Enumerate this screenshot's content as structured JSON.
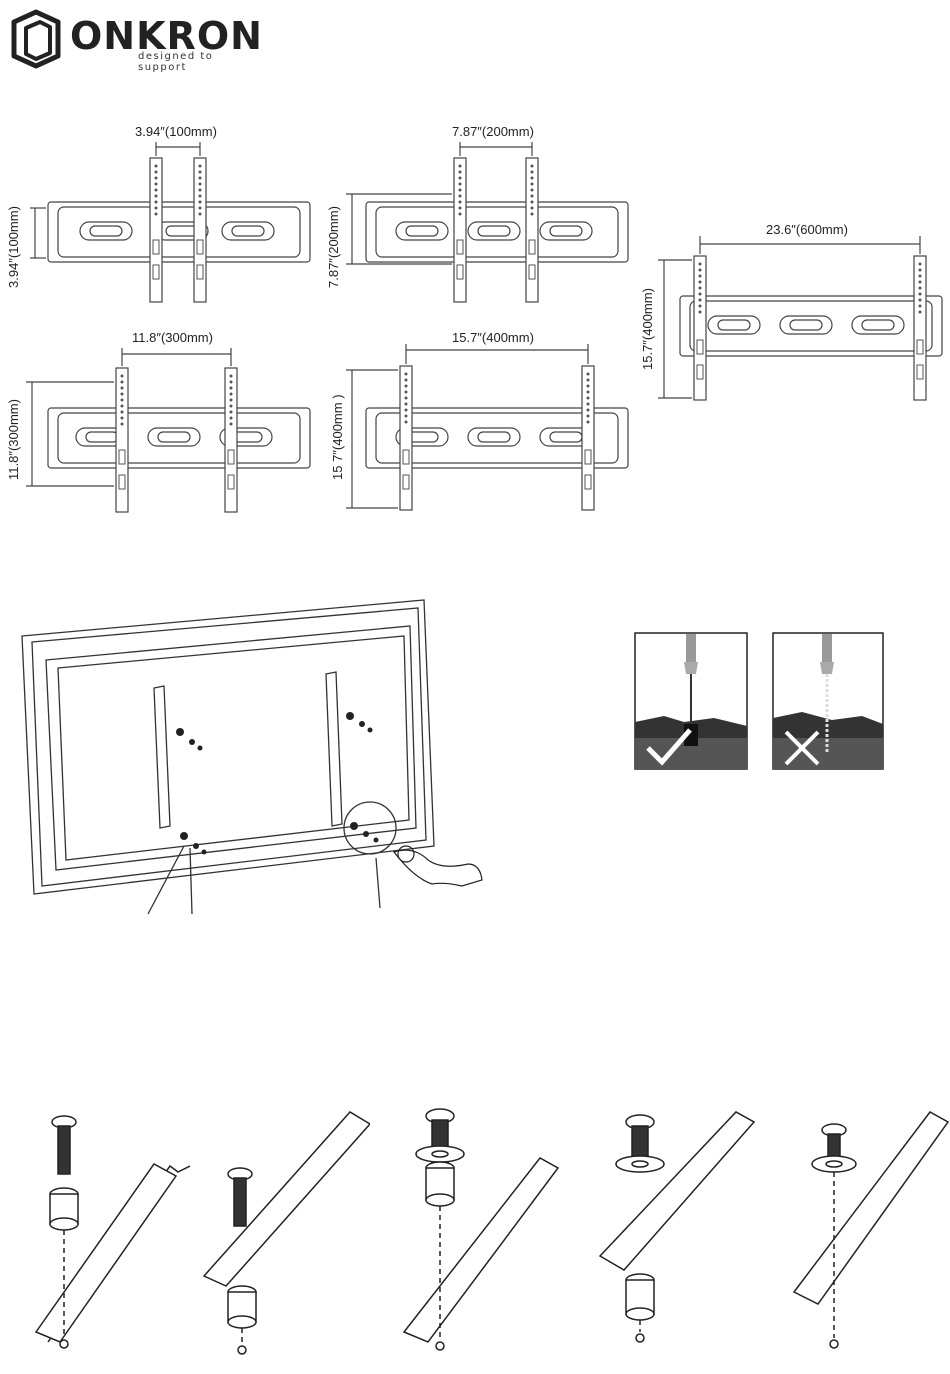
{
  "brand": {
    "name": "ONKRON",
    "tagline": "designed to support"
  },
  "vesa_patterns": [
    {
      "id": "100x100",
      "width_label": "3.94″(100mm)",
      "height_label": "3.94″(100mm)"
    },
    {
      "id": "200x200",
      "width_label": "7.87″(200mm)",
      "height_label": "7.87″(200mm)"
    },
    {
      "id": "600x400",
      "width_label": "23.6″(600mm)",
      "height_label": "15.7″(400mm)"
    },
    {
      "id": "300x300",
      "width_label": "11.8″(300mm)",
      "height_label": "11.8″(300mm)"
    },
    {
      "id": "400x400",
      "width_label": "15.7″(400mm)",
      "height_label": "15 7″(400mm )"
    }
  ],
  "screw_check": {
    "correct_icon": "check-icon",
    "incorrect_icon": "cross-icon"
  },
  "assembly_variants": [
    {
      "id": "screw-spacer",
      "icon": "screw-spacer-icon"
    },
    {
      "id": "screw-bracket-spacer",
      "icon": "screw-bracket-spacer-icon"
    },
    {
      "id": "screw-washer-spacer",
      "icon": "screw-washer-spacer-icon"
    },
    {
      "id": "screw-washer-bracket-spacer",
      "icon": "screw-washer-bracket-spacer-icon"
    },
    {
      "id": "screw-washer",
      "icon": "screw-washer-icon"
    }
  ]
}
